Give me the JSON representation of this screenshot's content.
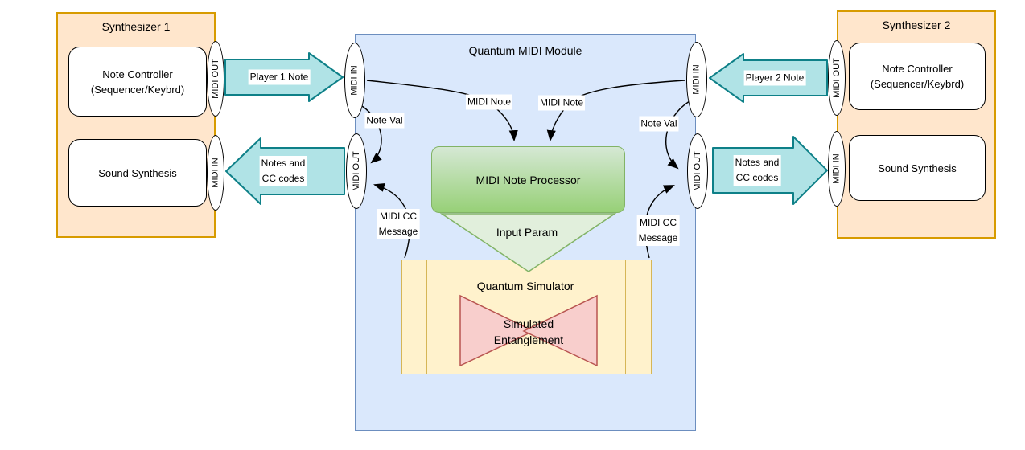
{
  "colors": {
    "orange_fill": "#ffe6cc",
    "orange_stroke": "#d79b00",
    "blue_fill": "#dae8fc",
    "blue_stroke": "#6c8ebf",
    "green_fill_top": "#d5e8d4",
    "green_fill_bottom": "#97d077",
    "green_stroke": "#82b366",
    "funnel_fill": "#e1efdc",
    "yellow_fill": "#fff2cc",
    "yellow_stroke": "#d6b656",
    "pink_fill": "#f8cecc",
    "pink_stroke": "#b85450",
    "teal_fill": "#b0e3e6",
    "teal_stroke": "#0e8088"
  },
  "synth1": {
    "title": "Synthesizer 1",
    "note_controller_line1": "Note Controller",
    "note_controller_line2": "(Sequencer/Keybrd)",
    "sound_synthesis": "Sound Synthesis",
    "port_midi_out": "MIDI OUT",
    "port_midi_in": "MIDI IN"
  },
  "synth2": {
    "title": "Synthesizer 2",
    "note_controller_line1": "Note Controller",
    "note_controller_line2": "(Sequencer/Keybrd)",
    "sound_synthesis": "Sound Synthesis",
    "port_midi_out": "MIDI OUT",
    "port_midi_in": "MIDI IN"
  },
  "module": {
    "title": "Quantum MIDI Module",
    "port_midi_in": "MIDI IN",
    "port_midi_out": "MIDI OUT",
    "processor_label": "MIDI Note Processor",
    "funnel_label": "Input Param",
    "simulator_label": "Quantum Simulator",
    "entanglement_line1": "Simulated",
    "entanglement_line2": "Entanglement"
  },
  "edges": {
    "player1_note": "Player 1 Note",
    "player2_note": "Player 2 Note",
    "notes_cc_line1": "Notes and",
    "notes_cc_line2": "CC codes",
    "midi_note": "MIDI Note",
    "note_val": "Note Val",
    "midi_cc_line1": "MIDI CC",
    "midi_cc_line2": "Message"
  }
}
